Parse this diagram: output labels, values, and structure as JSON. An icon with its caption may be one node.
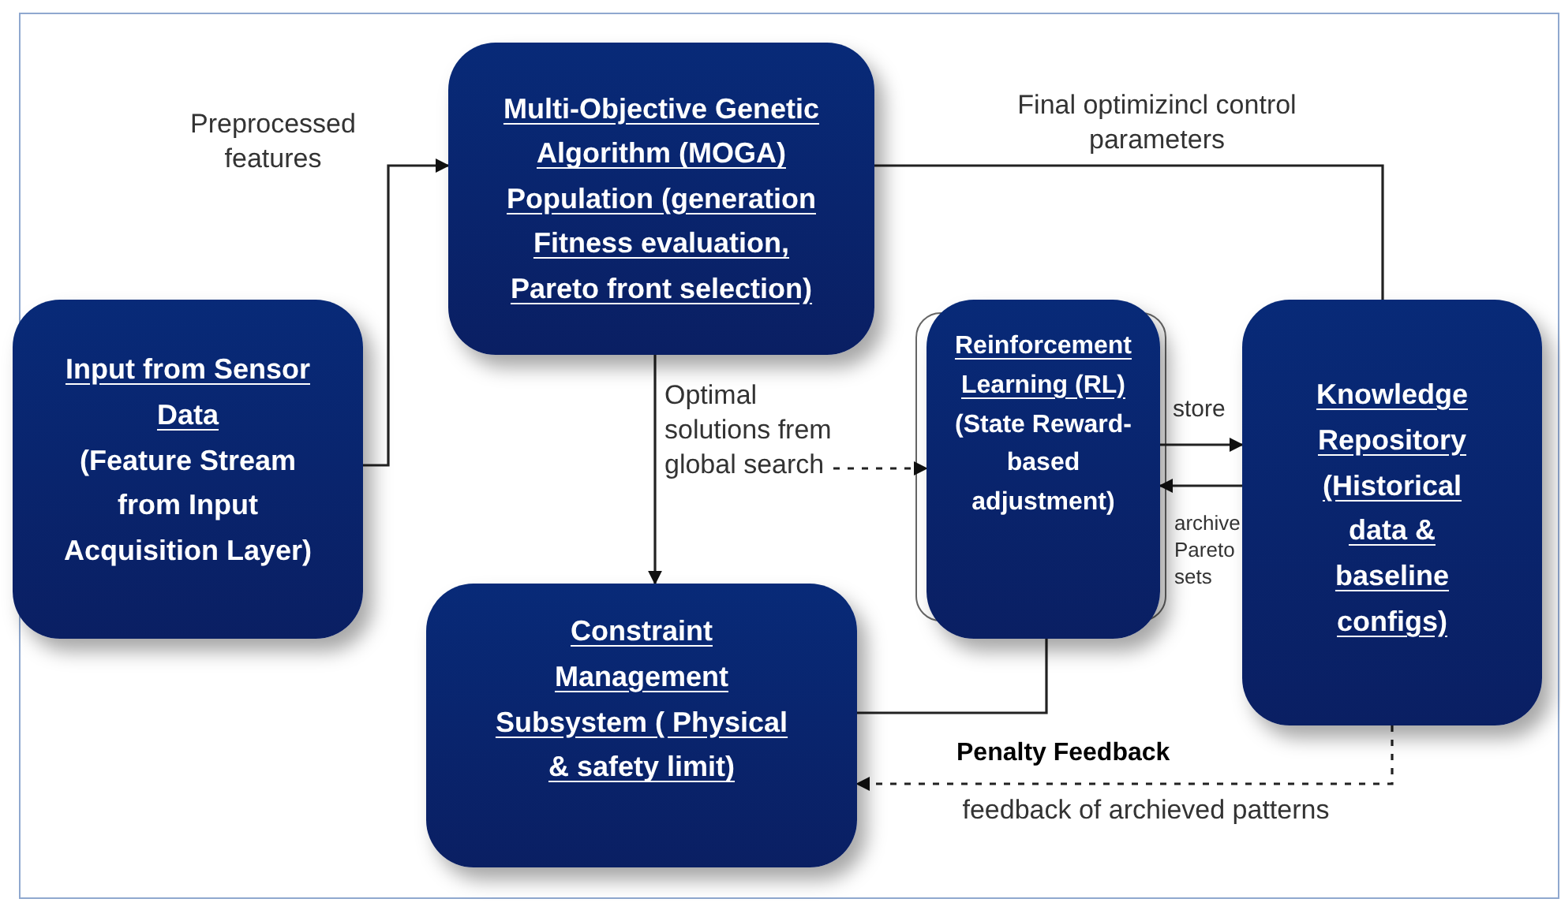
{
  "diagram": {
    "nodes": [
      {
        "text": [
          "Multi-Objective Genetic Algorithm (MOGA) Population (generation Fitness evaluation, Pareto front selection)"
        ]
      },
      {
        "text": [
          "Input from Sensor Data",
          "(Feature Stream from Input Acquisition Layer)"
        ]
      },
      {
        "text": [
          "Reinforcement Learning (RL)",
          "(State Reward-based adjustment)"
        ]
      },
      {
        "text": [
          "Knowledge Repository (Historical data & baseline configs)"
        ]
      },
      {
        "text": [
          "Constraint Management Subsystem ( Physical & safety limit)"
        ]
      }
    ],
    "edges": [
      {
        "from": 1,
        "to": 0,
        "arrow": "to",
        "label": "Preprocessed features"
      },
      {
        "from": 0,
        "to": 3,
        "arrow": "none",
        "label": "Final optimizincl control parameters"
      },
      {
        "from": 0,
        "to": 4,
        "arrow": "to",
        "label": "Optimal solutions frem global search"
      },
      {
        "from": null,
        "to": 2,
        "arrow": "to",
        "style": "dashed"
      },
      {
        "from": 2,
        "to": 3,
        "arrow": "to",
        "label": "store"
      },
      {
        "from": 3,
        "to": 2,
        "arrow": "to",
        "label": "archive Pareto sets"
      },
      {
        "from": 2,
        "to": 4,
        "arrow": "none",
        "label": "Penalty Feedback"
      },
      {
        "from": 3,
        "to": 4,
        "arrow": "to",
        "style": "dashed",
        "label": "feedback of archieved patterns"
      }
    ]
  }
}
